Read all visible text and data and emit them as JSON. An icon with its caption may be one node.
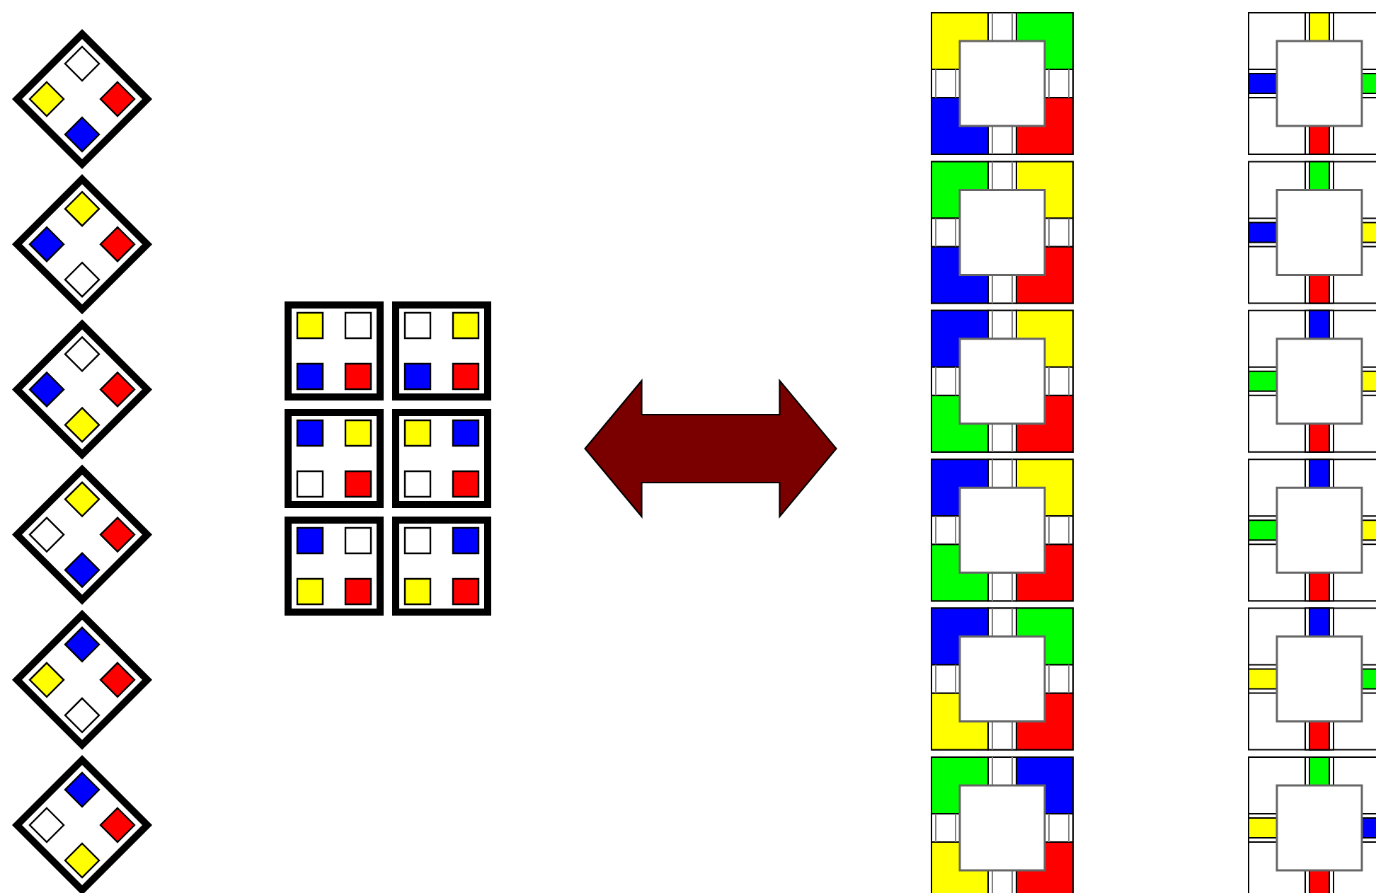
{
  "diagram": {
    "nodes": [
      {
        "text": [],
        "shape": "box"
      },
      {
        "text": [],
        "shape": "box"
      }
    ],
    "edges": [
      {
        "from": 0,
        "to": 1,
        "arrow": "both",
        "color": "#7a0000"
      }
    ]
  }
}
